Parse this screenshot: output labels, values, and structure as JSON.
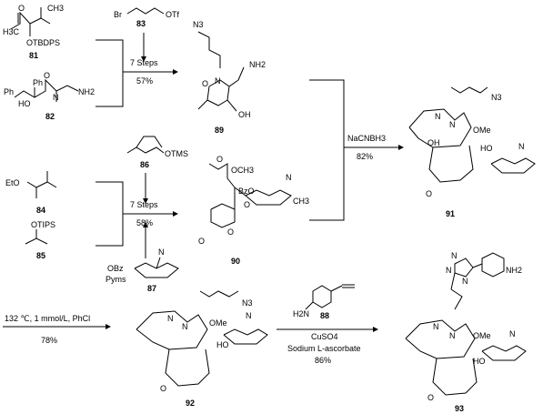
{
  "compounds": {
    "c81": {
      "number": "81",
      "labels": [
        "OTBDPS"
      ]
    },
    "c82": {
      "number": "82",
      "labels": [
        "Ph",
        "Ph",
        "HO",
        "N",
        "NH2"
      ]
    },
    "c83": {
      "number": "83",
      "labels": [
        "Br",
        "OTf"
      ]
    },
    "c84": {
      "number": "84",
      "labels": [
        "EtO"
      ]
    },
    "c85": {
      "number": "85",
      "labels": [
        "OTIPS"
      ]
    },
    "c86": {
      "number": "86",
      "labels": [
        "OTMS"
      ]
    },
    "c87": {
      "number": "87",
      "labels": [
        "OBz",
        "Pyms",
        "N"
      ]
    },
    "c89": {
      "number": "89",
      "labels": [
        "N3",
        "NH2",
        "N",
        "O",
        "OH"
      ]
    },
    "c90": {
      "number": "90",
      "labels": [
        "OCH3",
        "BzO",
        "O",
        "CH3",
        "N",
        "O",
        "O"
      ]
    },
    "c91": {
      "number": "91",
      "labels": [
        "N3",
        "OMe",
        "N",
        "N",
        "HO",
        "OH",
        "N",
        "O"
      ]
    },
    "c92": {
      "number": "92",
      "labels": [
        "N3",
        "OMe",
        "N",
        "N",
        "HO",
        "N",
        "O"
      ]
    },
    "c88": {
      "number": "88",
      "labels": [
        "H2N"
      ]
    },
    "c93": {
      "number": "93",
      "labels": [
        "N",
        "N",
        "N",
        "NH2",
        "OMe",
        "N",
        "N",
        "HO",
        "N",
        "O"
      ]
    }
  },
  "conditions": {
    "step1": {
      "reagent": "7 Steps",
      "yield": "57%"
    },
    "step2": {
      "reagent": "7 Steps",
      "yield": "58%"
    },
    "step3": {
      "reagent": "NaCNBH3",
      "yield": "82%"
    },
    "step4": {
      "reagent": "132 ℃, 1 mmol/L, PhCl",
      "yield": "78%"
    },
    "step5": {
      "reagent1": "CuSO4",
      "reagent2": "Sodium L-ascorbate",
      "yield": "86%"
    }
  }
}
